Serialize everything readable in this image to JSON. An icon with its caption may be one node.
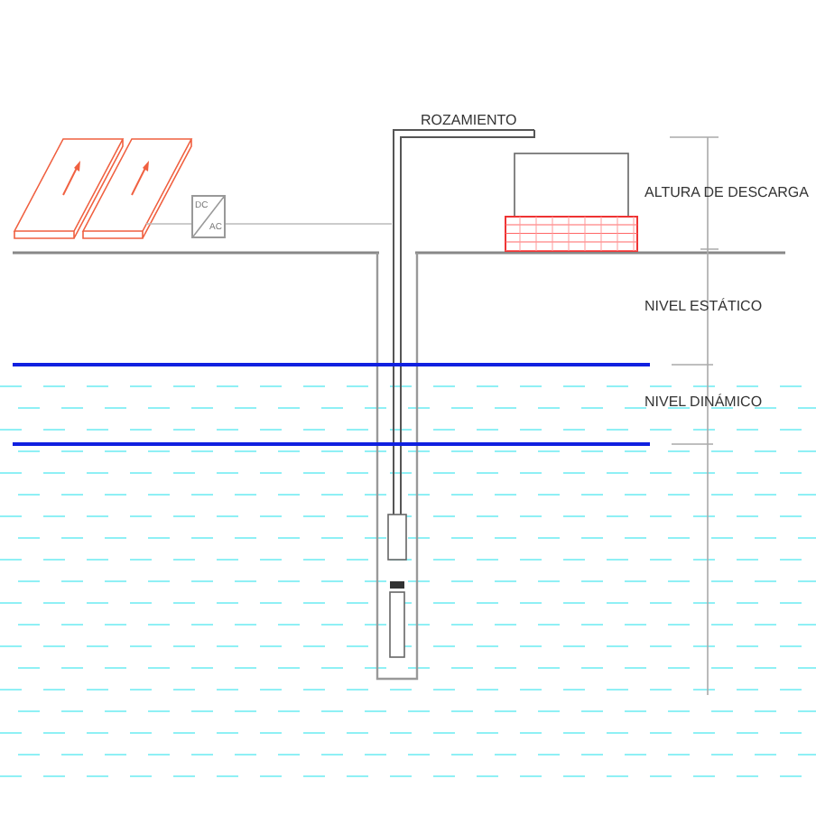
{
  "diagram": {
    "nodes": [
      {
        "text": [
          "DC",
          "AC"
        ]
      }
    ],
    "edges": [],
    "labels": [
      "ROZAMIENTO",
      "ALTURA DE DESCARGA",
      "NIVEL ESTÁTICO",
      "NIVEL DINÁMICO"
    ]
  }
}
